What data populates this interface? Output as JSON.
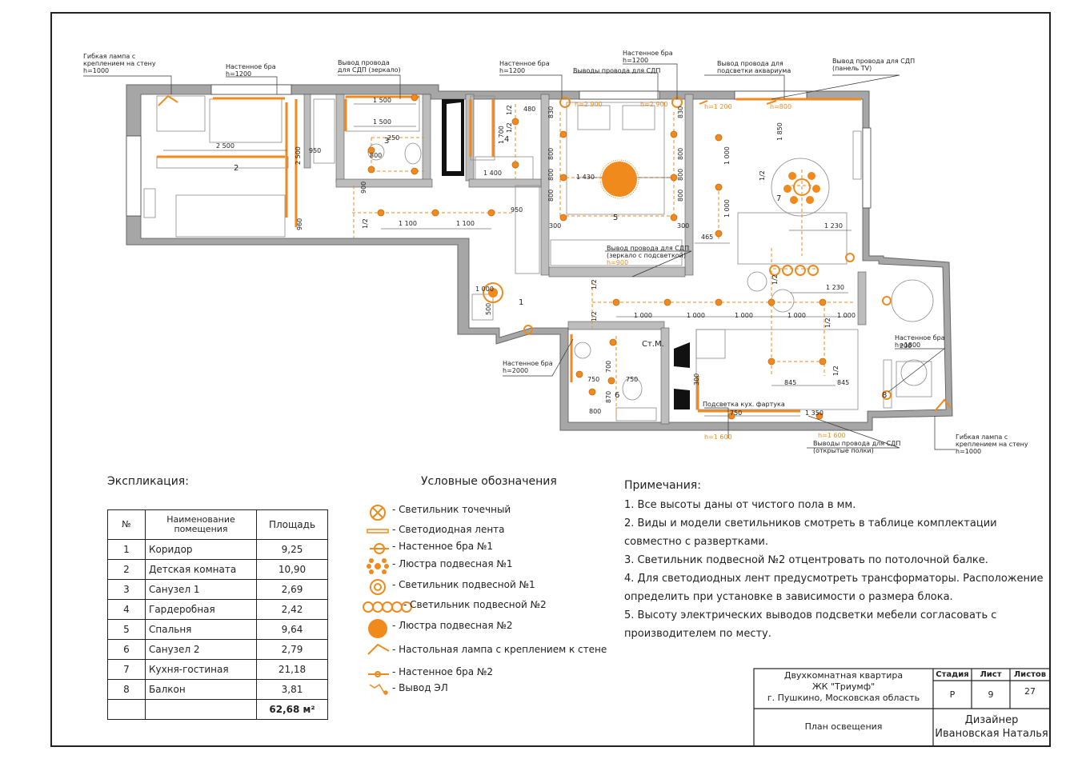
{
  "colors": {
    "accent": "#f08a1c",
    "line": "#222222",
    "wall": "#9a9a9a"
  },
  "callouts": {
    "flex_lamp_1": [
      "Гибкая лампа с",
      "креплением на стену",
      "h=1000"
    ],
    "sconce_1": [
      "Настенное бра",
      "h=1200"
    ],
    "sdp_mirror": [
      "Вывод провода",
      "для СДП (зеркало)"
    ],
    "sconce_2": [
      "Настенное бра",
      "h=1200"
    ],
    "sconce_3": [
      "Настенное бра",
      "h=1200"
    ],
    "sdp_outputs": "Выводы провода для СДП",
    "aquarium": [
      "Вывод провода для",
      "подсветки аквариума"
    ],
    "tv_panel": [
      "Вывод провода для СДП",
      "(панель TV)"
    ],
    "sdp_mirror_backlit": [
      "Вывод провода для СДП",
      "(зеркало с подсветкой)",
      "h=900"
    ],
    "sconce_4": [
      "Настенное бра",
      "h=2000"
    ],
    "sconce_5": [
      "Настенное бра",
      "h=1800"
    ],
    "kitchen_backlight": "Подсветка кух. фартука",
    "open_shelves": [
      "Выводы провода для СДП",
      "(открытые полки)"
    ],
    "flex_lamp_2": [
      "Гибкая лампа с",
      "креплением на стену",
      "h=1000"
    ]
  },
  "plan_labels": {
    "heights": [
      "h=2 900",
      "h=2 900",
      "h=1 200",
      "h=800",
      "h=1 600",
      "h=1 600",
      "h=900"
    ],
    "dims": [
      "1 500",
      "1 500",
      "2 500",
      "2 500",
      "950",
      "480",
      "1 700",
      "1 400",
      "830",
      "800",
      "800",
      "800",
      "1 430",
      "830",
      "800",
      "800",
      "800",
      "300",
      "300",
      "465",
      "1 850",
      "1 000",
      "1 000",
      "1 230",
      "1 230",
      "1 100",
      "1 100",
      "950",
      "1 000",
      "1 000",
      "1 000",
      "1 000",
      "1 000",
      "845",
      "845",
      "1 000",
      "500",
      "700",
      "750",
      "750",
      "800",
      "870",
      "750",
      "1 350",
      "300",
      "960",
      "250",
      "800",
      "200",
      "900",
      "1/2",
      "1/2",
      "1/2",
      "1/2",
      "1/2",
      "1/2",
      "1/2",
      "1/2",
      "1/2",
      "1/2"
    ],
    "rooms": [
      "1",
      "2",
      "3",
      "4",
      "5",
      "6",
      "7",
      "8"
    ],
    "misc": [
      "Ст.М."
    ]
  },
  "explication": {
    "title": "Экспликация:",
    "headers": [
      "№",
      "Наименование помещения",
      "Площадь"
    ],
    "rows": [
      [
        "1",
        "Коридор",
        "9,25"
      ],
      [
        "2",
        "Детская комната",
        "10,90"
      ],
      [
        "3",
        "Санузел 1",
        "2,69"
      ],
      [
        "4",
        "Гардеробная",
        "2,42"
      ],
      [
        "5",
        "Спальня",
        "9,64"
      ],
      [
        "6",
        "Санузел 2",
        "2,79"
      ],
      [
        "7",
        "Кухня-гостиная",
        "21,18"
      ],
      [
        "8",
        "Балкон",
        "3,81"
      ]
    ],
    "total": "62,68 м²"
  },
  "legend": {
    "title": "Условные обозначения",
    "items": [
      {
        "icon": "spot-light-icon",
        "label": "- Светильник точечный"
      },
      {
        "icon": "led-strip-icon",
        "label": "- Светодиодная лента"
      },
      {
        "icon": "wall-sconce-1-icon",
        "label": "- Настенное бра №1"
      },
      {
        "icon": "chandelier-1-icon",
        "label": "- Люстра подвесная №1"
      },
      {
        "icon": "pendant-1-icon",
        "label": "- Светильник подвесной №1"
      },
      {
        "icon": "pendant-2-icon",
        "label": "- Светильник подвесной №2"
      },
      {
        "icon": "chandelier-2-icon",
        "label": "- Люстра подвесная №2"
      },
      {
        "icon": "desk-lamp-icon",
        "label": "- Настольная лампа с креплением к стене"
      },
      {
        "icon": "wall-sconce-2-icon",
        "label": "- Настенное бра №2"
      },
      {
        "icon": "electric-output-icon",
        "label": "- Вывод ЭЛ"
      }
    ]
  },
  "notes": {
    "title": "Примечания:",
    "lines": [
      "1. Все высоты даны от чистого пола в мм.",
      "2. Виды и модели светильников смотреть в таблице комплектации",
      "совместно с развертками.",
      "3. Светильник подвесной №2 отцентровать по потолочной балке.",
      "4. Для светодиодных лент предусмотреть трансформаторы. Расположение",
      "определить при установке в зависимости о размера блока.",
      "5. Высоту электрических выводов подсветки мебели согласовать с",
      "производителем по месту."
    ]
  },
  "title_block": {
    "project": [
      "Двухкомнатная квартира",
      "ЖК \"Триумф\"",
      "г. Пушкино, Московская область"
    ],
    "headers": [
      "Стадия",
      "Лист",
      "Листов"
    ],
    "values": [
      "Р",
      "9",
      "27"
    ],
    "sheet_name": "План освещения",
    "designer": [
      "Дизайнер",
      "Ивановская Наталья"
    ]
  }
}
